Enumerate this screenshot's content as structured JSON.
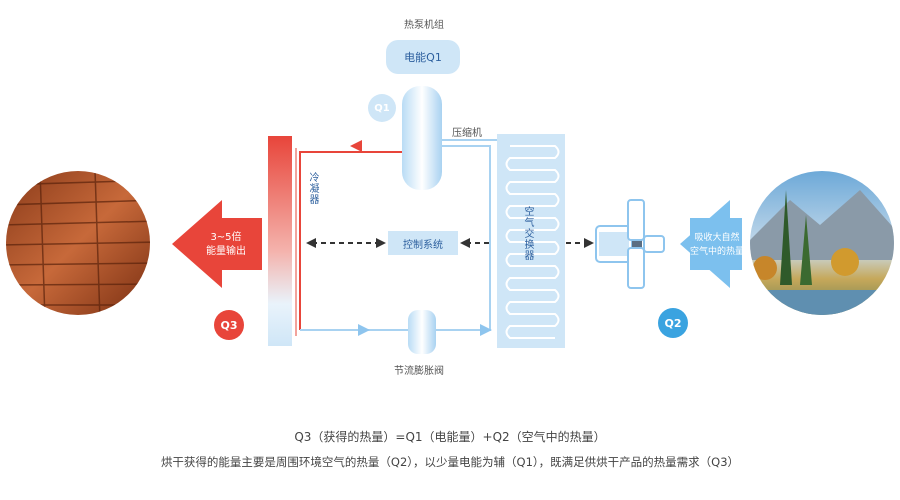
{
  "heat_pump_unit_label": "热泵机组",
  "electric_energy_label": "电能Q1",
  "compressor_label": "压缩机",
  "condenser_label": "冷凝器",
  "control_system_label": "控制系统",
  "air_exchanger_label": "空气交换器",
  "throttle_valve_label": "节流膨胀阀",
  "output_arrow": {
    "line1": "3~5倍",
    "line2": "能量输出"
  },
  "input_arrow": {
    "line1": "吸收大自然",
    "line2": "空气中的热量"
  },
  "badges": {
    "q1": "Q1",
    "q2": "Q2",
    "q3": "Q3"
  },
  "footer": {
    "line1": "Q3（获得的热量）=Q1（电能量）+Q2（空气中的热量）",
    "line2": "烘干获得的能量主要是周围环境空气的热量（Q2），以少量电能为辅（Q1），既满足供烘干产品的热量需求（Q3）"
  },
  "colors": {
    "hot": "#e8453a",
    "cool": "#8ec5ee",
    "badge_blue": "#3aa3e0",
    "panel": "#cfe6f7"
  }
}
